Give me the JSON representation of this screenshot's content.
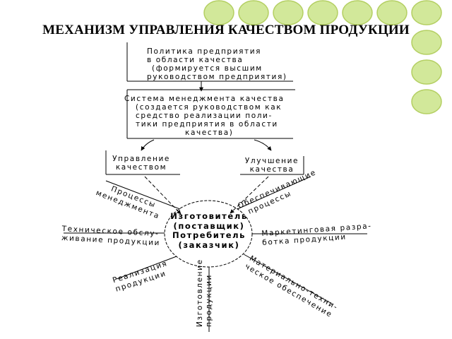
{
  "title": "МЕХАНИЗМ УПРАВЛЕНИЯ КАЧЕСТВОМ ПРОДУКЦИИ",
  "policy": {
    "line1": "Политика предприятия",
    "line2": "в области качества",
    "line3": "(формируется высшим",
    "line4": "руководством предприятия)"
  },
  "system": {
    "line1": "Система менеджмента качества",
    "line2": "(создается руководством как",
    "line3": "средство реализации поли-",
    "line4": "тики предприятия в области",
    "line5": "качества)"
  },
  "management": {
    "line1": "Управление",
    "line2": "качеством"
  },
  "improvement": {
    "line1": "Улучшение",
    "line2": "качества"
  },
  "center": {
    "line1": "Изготовитель",
    "line2": "(поставщик)",
    "line3": "Потребитель",
    "line4": "(заказчик)"
  },
  "spokes": {
    "mgmt_processes": {
      "line1": "Процессы",
      "line2": "менеджмента"
    },
    "support_processes": {
      "line1": "Обеспечивающие",
      "line2": "процессы"
    },
    "tech_service": {
      "line1": "Техническое обслу-",
      "line2": "живание продукции"
    },
    "marketing": {
      "line1": "Маркетинговая разра-",
      "line2": "ботка продукции"
    },
    "sales": {
      "line1": "Реализация",
      "line2": "продукции"
    },
    "manufacturing": {
      "line1": "Изготовление",
      "line2": "продукции"
    },
    "logistics": {
      "line1": "Материально-техни-",
      "line2": "ческое обеспечение"
    }
  },
  "colors": {
    "bubble_fill": "#d2e89a",
    "bubble_stroke": "#b4cf62",
    "line": "#000000"
  }
}
